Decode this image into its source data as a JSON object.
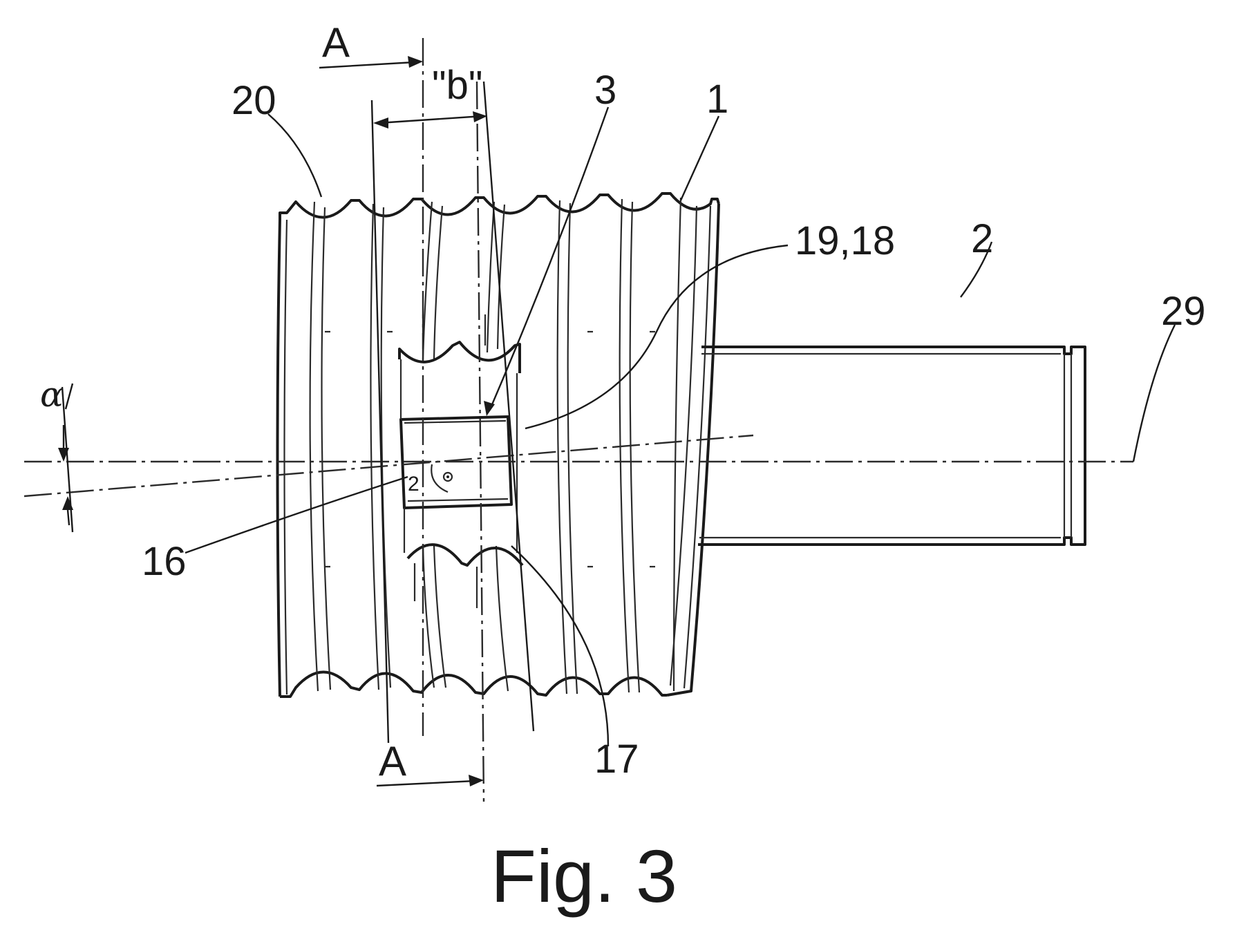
{
  "figure": {
    "caption": "Fig. 3",
    "labels": {
      "ref_20": "20",
      "ref_3": "3",
      "ref_1": "1",
      "ref_19_18": "19,18",
      "ref_2": "2",
      "ref_29": "29",
      "ref_16": "16",
      "ref_17": "17",
      "angle_alpha": "α",
      "dimension_b": "\"b\"",
      "section_A_top": "A",
      "section_A_bottom": "A",
      "angle_small": "2"
    }
  }
}
